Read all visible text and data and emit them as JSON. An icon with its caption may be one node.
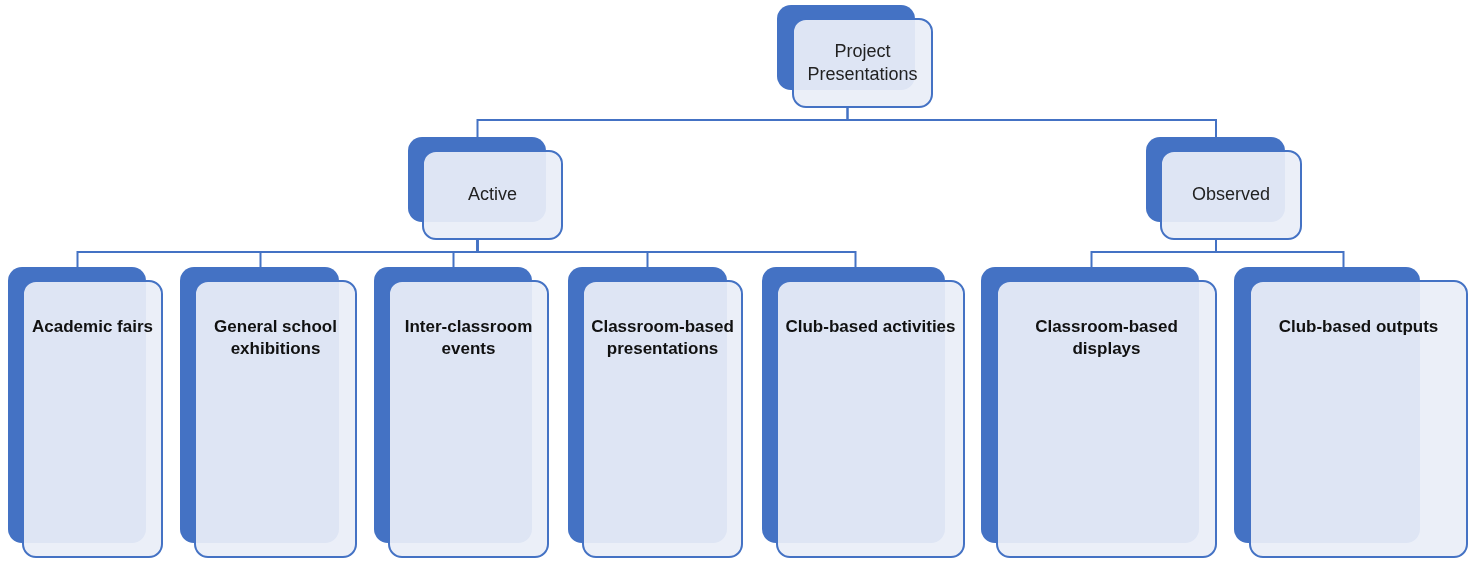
{
  "diagram": {
    "nodes": [
      {
        "text": [
          "Project Presentations"
        ]
      },
      {
        "text": [
          "Active"
        ]
      },
      {
        "text": [
          "Observed"
        ]
      },
      {
        "text": [
          "Academic fairs"
        ]
      },
      {
        "text": [
          "General school exhibitions"
        ]
      },
      {
        "text": [
          "Inter-classroom events"
        ]
      },
      {
        "text": [
          "Classroom-based presentations"
        ]
      },
      {
        "text": [
          "Club-based activities"
        ]
      },
      {
        "text": [
          "Classroom-based displays"
        ]
      },
      {
        "text": [
          "Club-based outputs"
        ]
      }
    ],
    "edges": [
      {
        "from": 0,
        "to": 1,
        "arrow": "none"
      },
      {
        "from": 0,
        "to": 2,
        "arrow": "none"
      },
      {
        "from": 1,
        "to": 3,
        "arrow": "none"
      },
      {
        "from": 1,
        "to": 4,
        "arrow": "none"
      },
      {
        "from": 1,
        "to": 5,
        "arrow": "none"
      },
      {
        "from": 1,
        "to": 6,
        "arrow": "none"
      },
      {
        "from": 1,
        "to": 7,
        "arrow": "none"
      },
      {
        "from": 2,
        "to": 8,
        "arrow": "none"
      },
      {
        "from": 2,
        "to": 9,
        "arrow": "none"
      }
    ]
  }
}
